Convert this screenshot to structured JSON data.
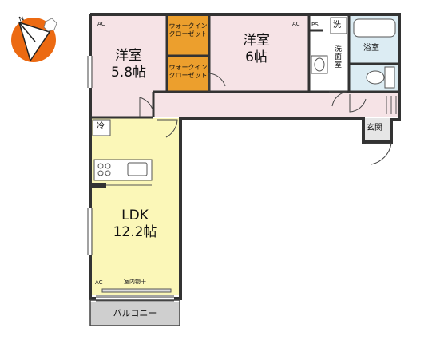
{
  "compass": {
    "north_label": "N"
  },
  "rooms": {
    "western_left": {
      "name": "洋室",
      "size": "5.8帖"
    },
    "western_right": {
      "name": "洋室",
      "size": "6帖"
    },
    "closet_top": {
      "line1": "ウォークイン",
      "line2": "クローゼット"
    },
    "closet_bottom": {
      "line1": "ウォークイン",
      "line2": "クローゼット"
    },
    "washroom": "洗面室",
    "bathroom": "浴室",
    "entrance": "玄関",
    "ldk": {
      "name": "LDK",
      "size": "12.2帖"
    },
    "balcony": "バルコニー"
  },
  "fixtures": {
    "ac_left_room": "AC",
    "ac_right_room": "AC",
    "ac_ldk": "AC",
    "ps": "PS",
    "washer_mark": "洗",
    "fridge_mark": "冷",
    "indoor_drying": "室内物干"
  },
  "colors": {
    "wall": "#333333",
    "western_floor": "#f6e3e6",
    "closet_floor": "#ec9f2d",
    "hall_floor": "#f6e3e6",
    "ldk_floor": "#fbf7b8",
    "balcony_floor": "#cfcfcf",
    "bath_floor": "#dcecf3",
    "compass_circle": "#ec6a12"
  }
}
